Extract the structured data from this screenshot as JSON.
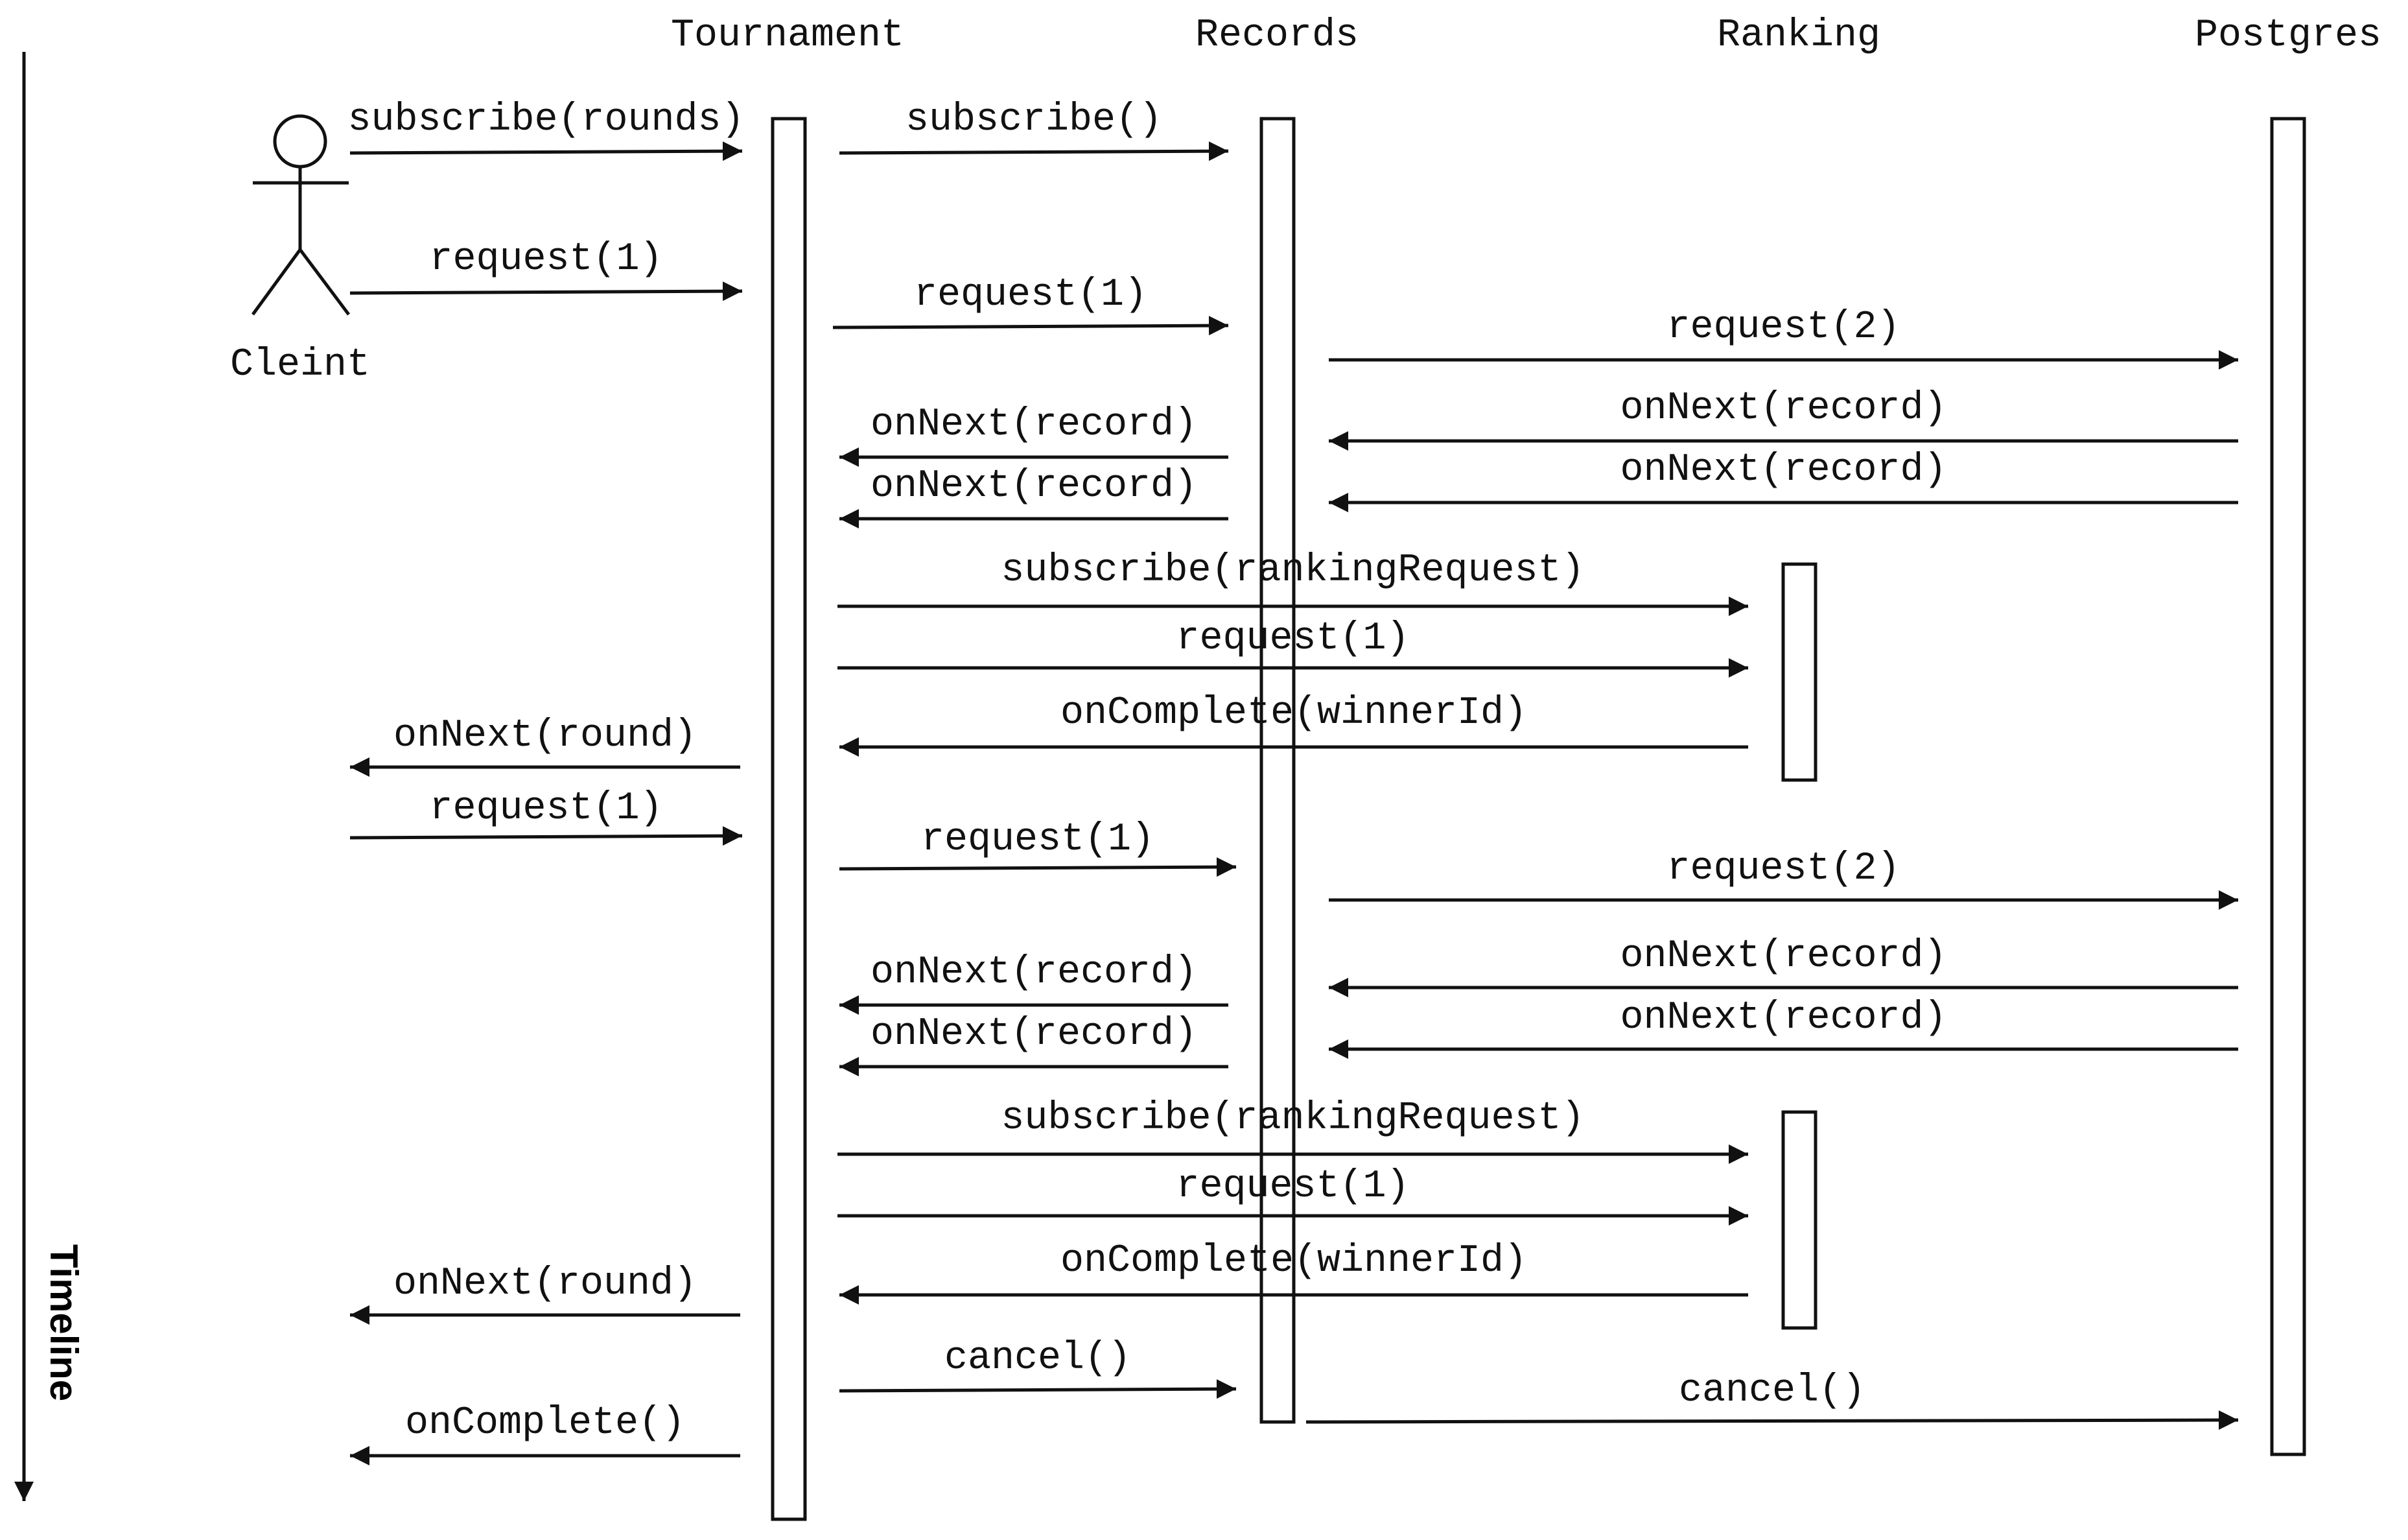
{
  "participants": {
    "tournament": "Tournament",
    "records": "Records",
    "ranking": "Ranking",
    "postgres": "Postgres",
    "client": "Cleint"
  },
  "timeline_label": "Timeline",
  "messages": [
    "subscribe(rounds)",
    "subscribe()",
    "request(1)",
    "request(1)",
    "request(2)",
    "onNext(record)",
    "onNext(record)",
    "onNext(record)",
    "onNext(record)",
    "subscribe(rankingRequest)",
    "request(1)",
    "onComplete(winnerId)",
    "onNext(round)",
    "request(1)",
    "request(1)",
    "request(2)",
    "onNext(record)",
    "onNext(record)",
    "onNext(record)",
    "onNext(record)",
    "subscribe(rankingRequest)",
    "request(1)",
    "onComplete(winnerId)",
    "onNext(round)",
    "cancel()",
    "cancel()",
    "onComplete()"
  ],
  "colors": {
    "line": "#111111",
    "background": "#ffffff"
  }
}
